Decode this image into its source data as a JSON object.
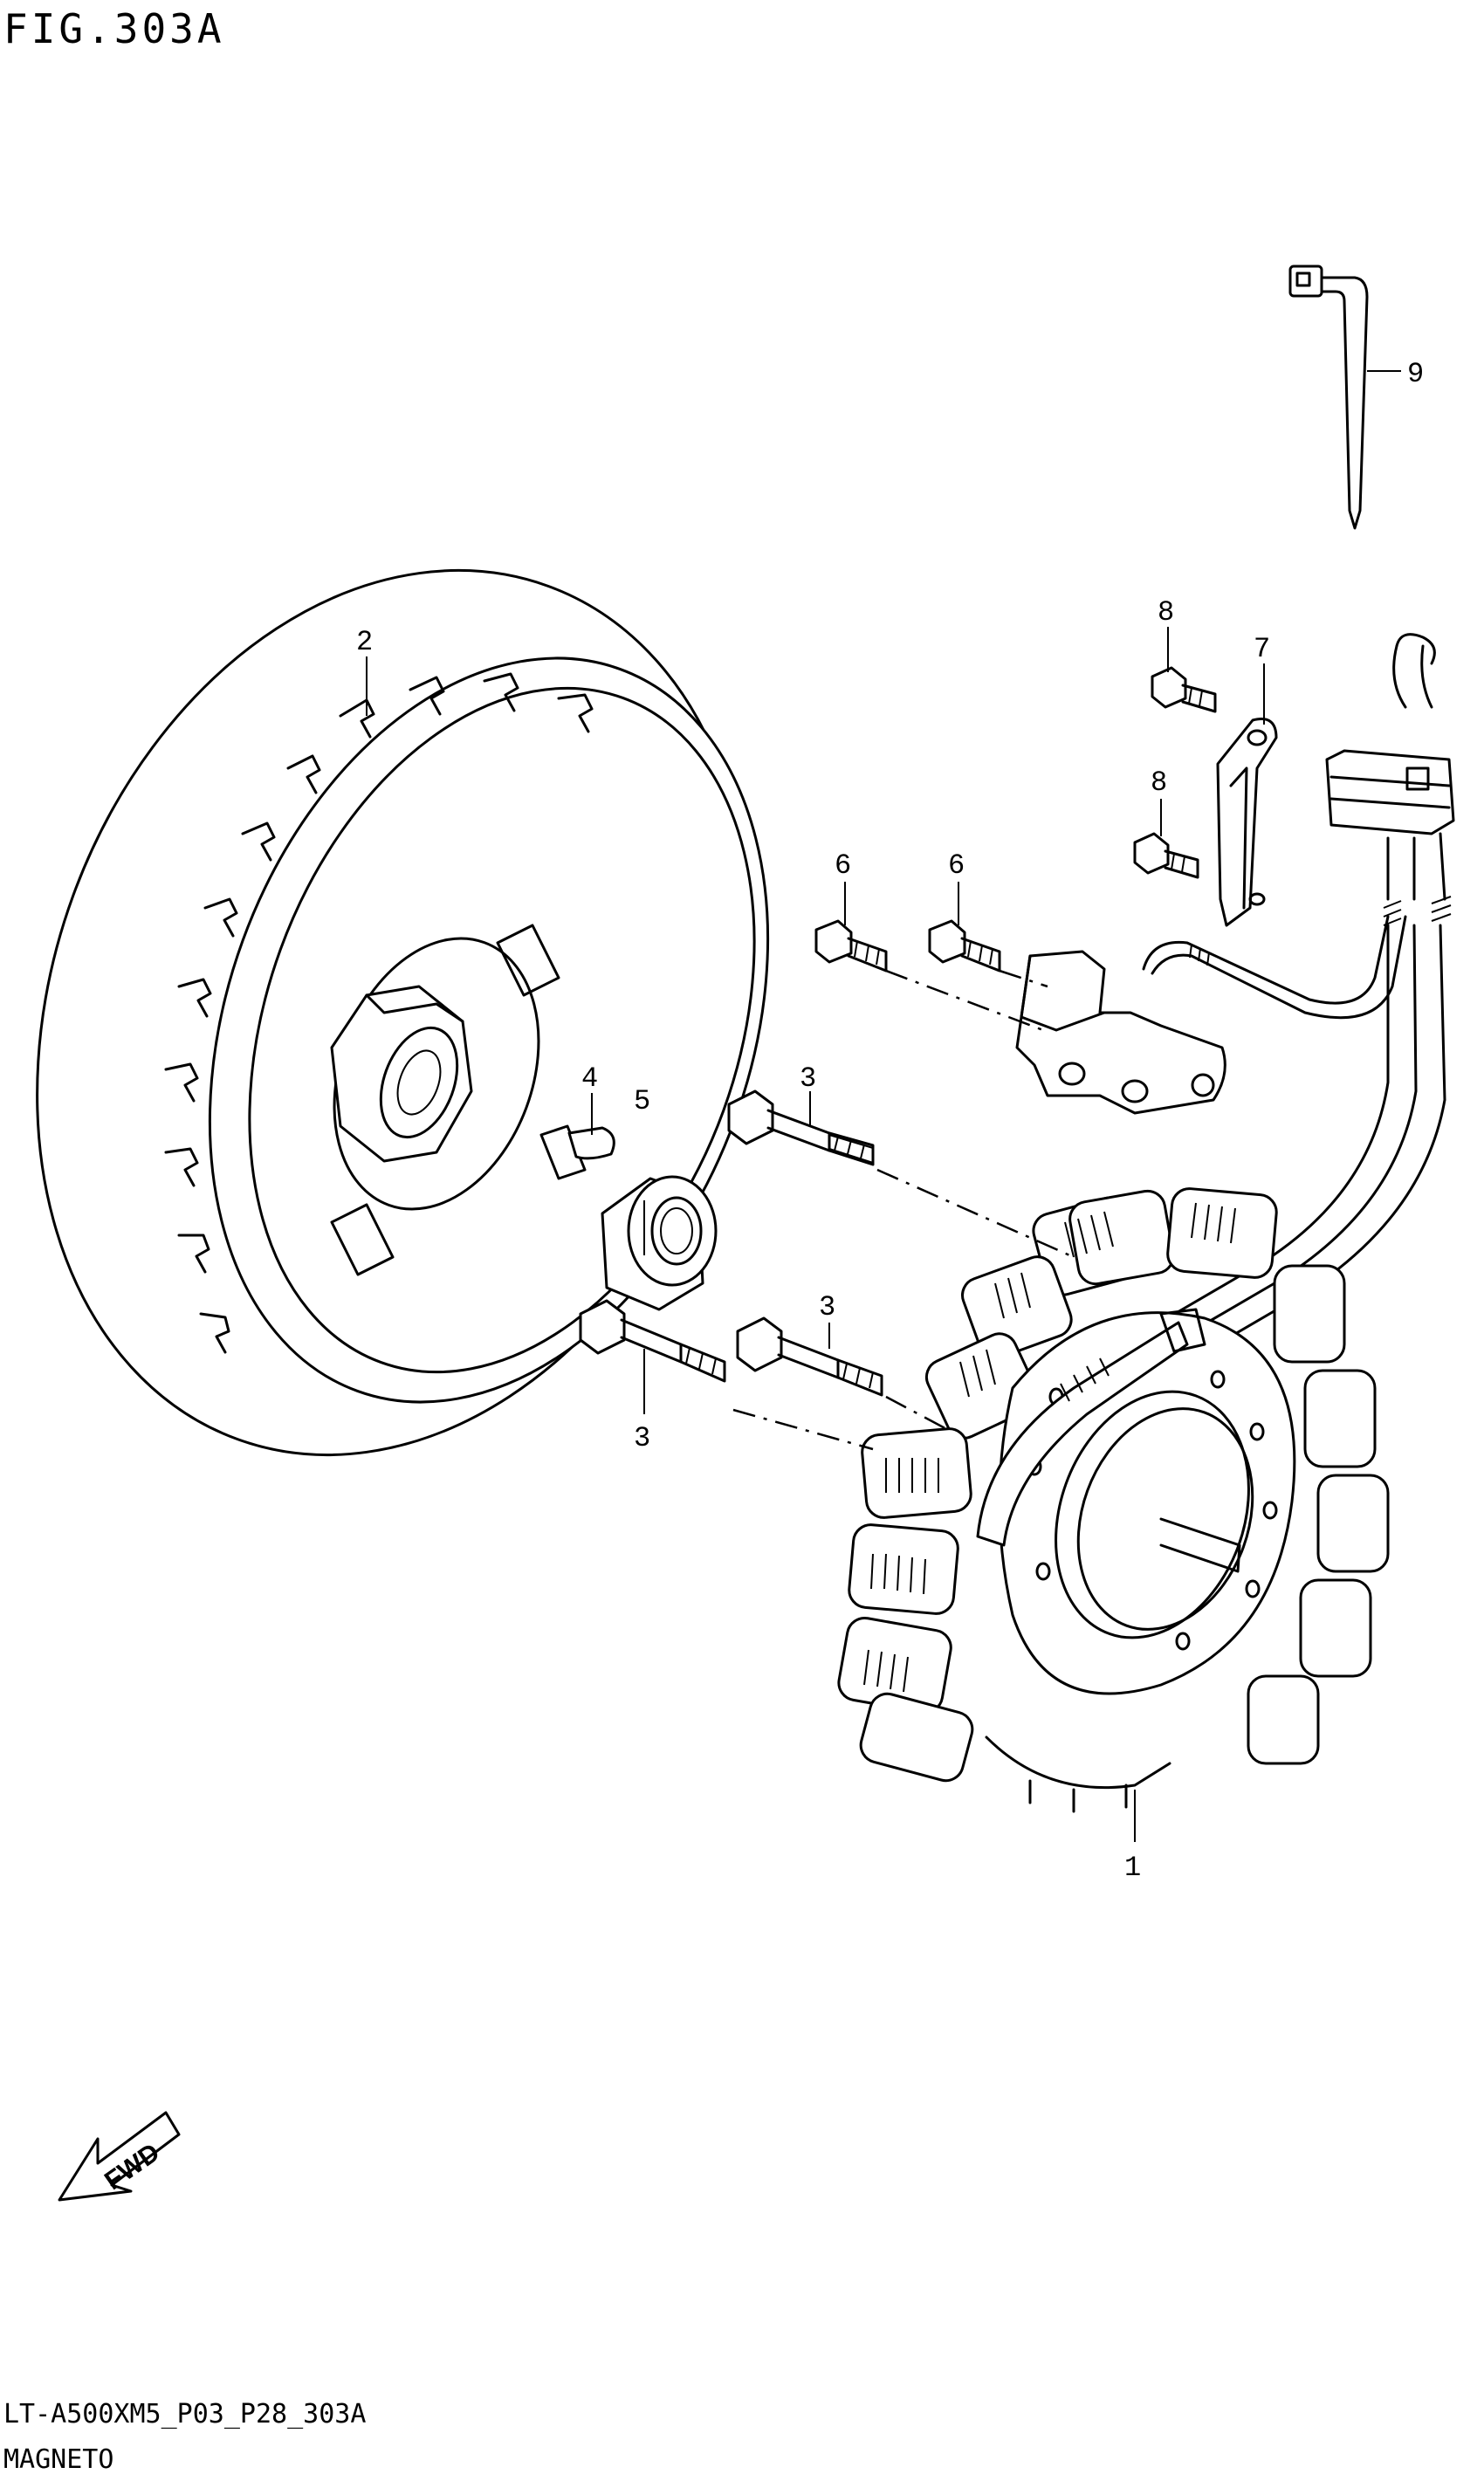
{
  "figure": {
    "title": "FIG.303A",
    "model_code": "LT-A500XM5_P03_P28_303A",
    "section_name": "MAGNETO"
  },
  "fwd_label": "FWD",
  "callouts": [
    "1",
    "2",
    "3",
    "3",
    "3",
    "4",
    "5",
    "6",
    "6",
    "7",
    "8",
    "8",
    "9"
  ]
}
